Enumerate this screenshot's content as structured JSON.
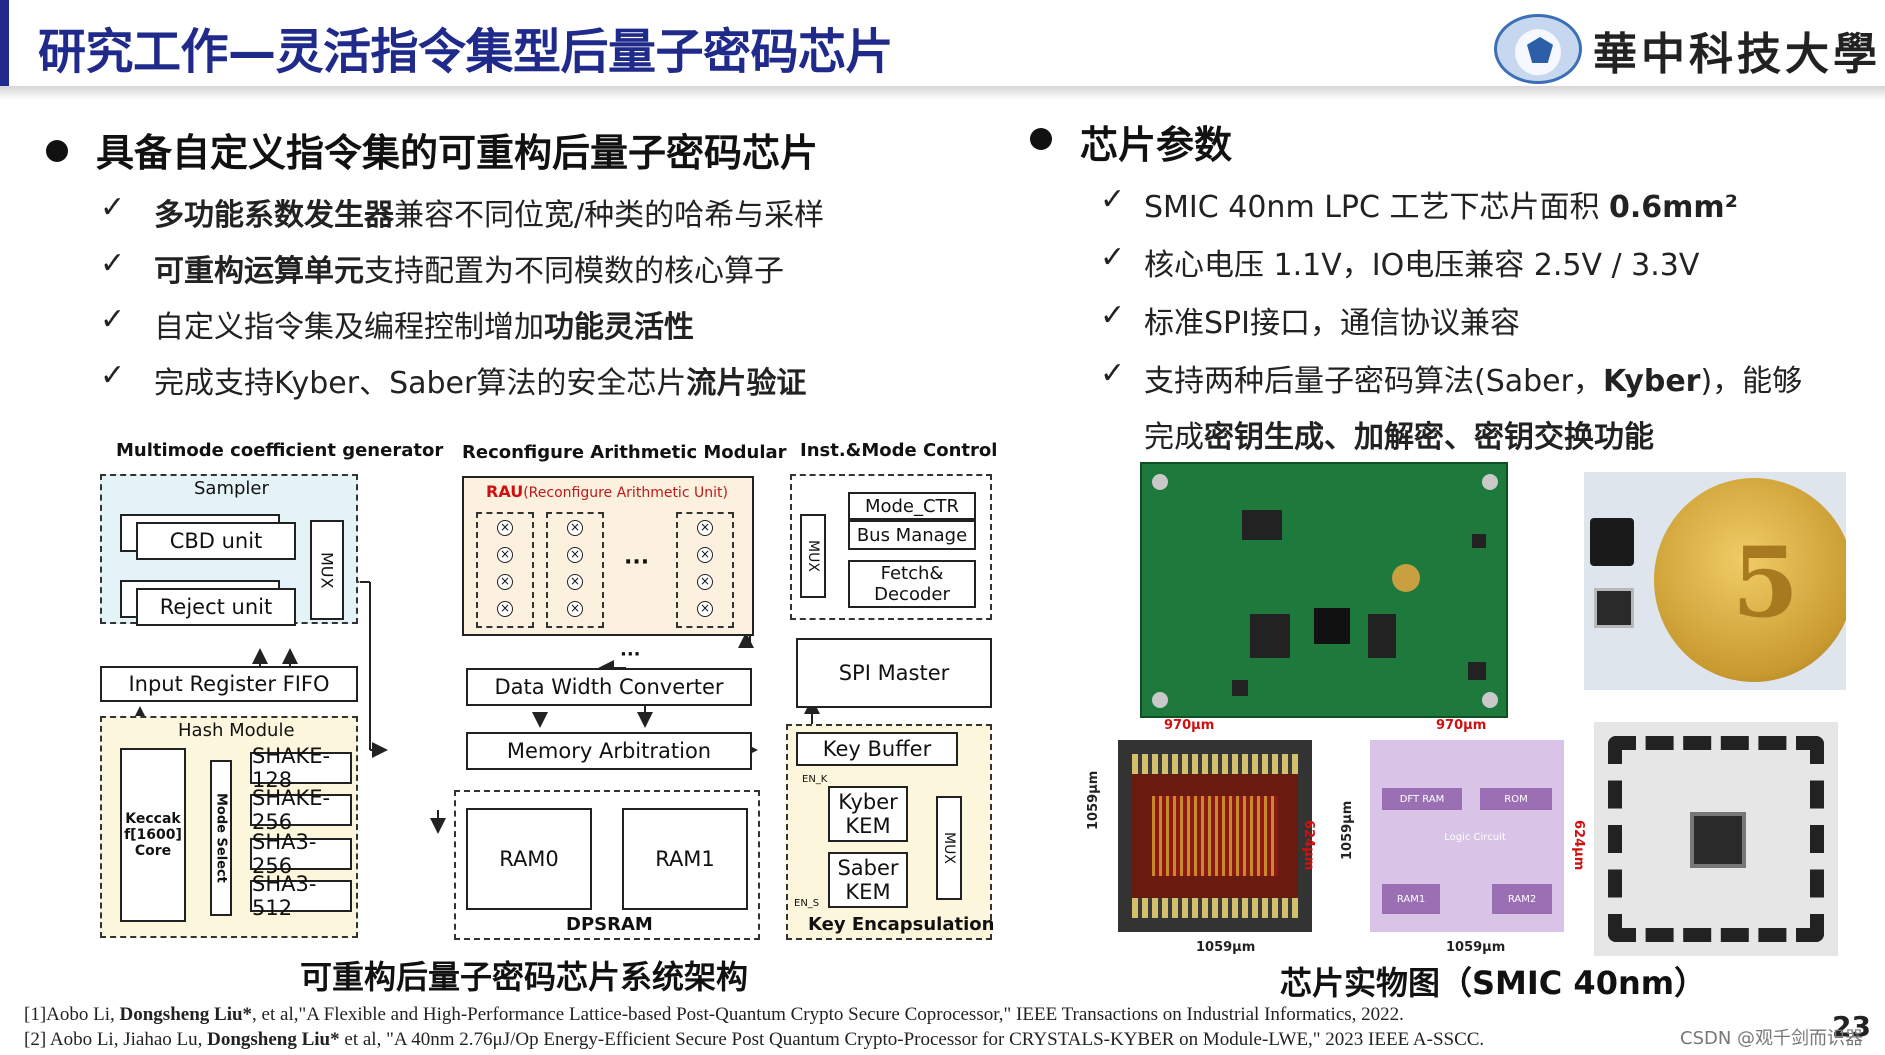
{
  "header": {
    "title": "研究工作—灵活指令集型后量子密码芯片",
    "university": "華中科技大學"
  },
  "left": {
    "heading": "具备自定义指令集的可重构后量子密码芯片",
    "items": [
      {
        "bold": "多功能系数发生器",
        "text": "兼容不同位宽/种类的哈希与采样"
      },
      {
        "bold": "可重构运算单元",
        "text": "支持配置为不同模数的核心算子"
      },
      {
        "pre": "自定义指令集及编程控制增加",
        "bold": "功能灵活性"
      },
      {
        "pre": "完成支持Kyber、Saber算法的安全芯片",
        "bold": "流片验证"
      }
    ]
  },
  "right": {
    "heading": "芯片参数",
    "items": [
      {
        "text": "SMIC 40nm LPC 工艺下芯片面积 ",
        "bold": "0.6mm²"
      },
      {
        "text": "核心电压 1.1V，IO电压兼容 2.5V / 3.3V"
      },
      {
        "text": "标准SPI接口，通信协议兼容"
      },
      {
        "text": "支持两种后量子密码算法(Saber，",
        "bold": "Kyber",
        "tail": ")，能够"
      }
    ],
    "continuation_pre": "完成",
    "continuation_bold": "密钥生成、加解密、密钥交换功能"
  },
  "diagram": {
    "sections": {
      "coef_gen": "Multimode coefficient generator",
      "rau_title": "Reconfigure Arithmetic Modular",
      "inst_ctrl": "Inst.&Mode Control"
    },
    "sampler": "Sampler",
    "cbd": "CBD unit",
    "reject": "Reject unit",
    "mux": "MUX",
    "input_fifo": "Input Register FIFO",
    "hash_module": "Hash Module",
    "keccak": "Keccak f[1600] Core",
    "mode_select": "Mode Select",
    "shake128": "SHAKE-128",
    "shake256": "SHAKE-256",
    "sha3_256": "SHA3-256",
    "sha3_512": "SHA3-512",
    "rau_label_red": "RAU",
    "rau_label_rest": "(Reconfigure Arithmetic Unit)",
    "dots": "···",
    "data_width": "Data Width Converter",
    "memory_arb": "Memory Arbitration",
    "ram0": "RAM0",
    "ram1": "RAM1",
    "dpsram": "DPSRAM",
    "mode_ctr": "Mode_CTR",
    "bus_manage": "Bus Manage",
    "fetch_decoder": "Fetch& Decoder",
    "spi_master": "SPI Master",
    "key_buffer": "Key Buffer",
    "kyber_kem": "Kyber KEM",
    "saber_kem": "Saber KEM",
    "key_encap": "Key Encapsulation",
    "en_k": "EN_K",
    "en_s": "EN_S",
    "caption": "可重构后量子密码芯片系统架构"
  },
  "photos": {
    "caption": "芯片实物图（SMIC 40nm）",
    "dim_970": "970μm",
    "dim_1059": "1059μm",
    "dim_624": "624μm",
    "dft_ram": "DFT RAM",
    "rom": "ROM",
    "logic": "Logic Circuit",
    "ram1": "RAM1",
    "ram2": "RAM2"
  },
  "references": [
    "[1]Aobo Li, <b>Dongsheng Liu*</b>, et al,\"A Flexible and High-Performance Lattice-based Post-Quantum Crypto Secure Coprocessor,\" IEEE Transactions on Industrial Informatics, 2022.",
    "[2] Aobo Li, Jiahao Lu, <b>Dongsheng Liu*</b> et al, \"A 40nm 2.76μJ/Op Energy-Efficient Secure Post Quantum Crypto-Processor for CRYSTALS-KYBER on Module-LWE,\" 2023 IEEE A-SSCC."
  ],
  "page_number": "23",
  "watermark": "CSDN @观千剑而识器"
}
